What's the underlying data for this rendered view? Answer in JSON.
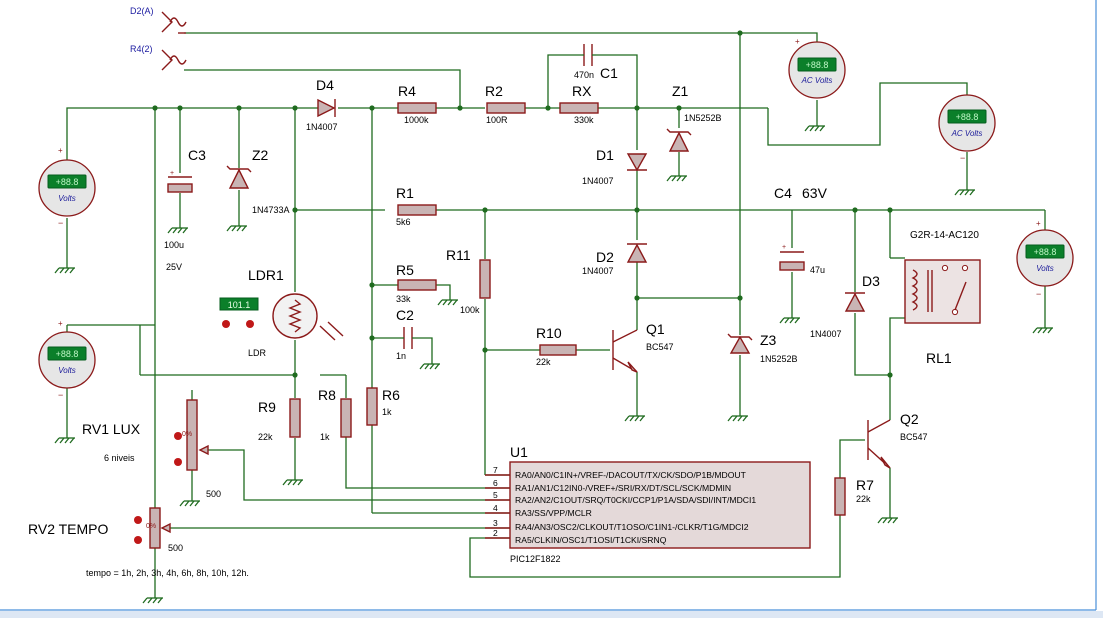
{
  "signals": {
    "d2": "D2(A)",
    "r4": "R4(2)"
  },
  "meters": {
    "ac_label": "AC Volts",
    "dc_label": "Volts",
    "display": "+88.8"
  },
  "c1": {
    "ref": "C1",
    "val": "470n"
  },
  "d4": {
    "ref": "D4",
    "val": "1N4007"
  },
  "r4": {
    "ref": "R4",
    "val": "1000k"
  },
  "r2": {
    "ref": "R2",
    "val": "100R"
  },
  "rx": {
    "ref": "RX",
    "val": "330k"
  },
  "z1": {
    "ref": "Z1",
    "val": "1N5252B"
  },
  "c3": {
    "ref": "C3",
    "val1": "100u",
    "val2": "25V"
  },
  "z2": {
    "ref": "Z2",
    "val": "1N4733A"
  },
  "d1": {
    "ref": "D1",
    "val": "1N4007"
  },
  "r1": {
    "ref": "R1",
    "val": "5k6"
  },
  "c4": {
    "ref": "C4",
    "volt": "63V",
    "val": "47u"
  },
  "d2": {
    "ref": "D2",
    "val": "1N4007"
  },
  "r11": {
    "ref": "R11",
    "val": "100k"
  },
  "r5": {
    "ref": "R5",
    "val": "33k"
  },
  "c2": {
    "ref": "C2",
    "val": "1n"
  },
  "ldr1": {
    "ref": "LDR1",
    "val": "LDR",
    "display": "101.1"
  },
  "r10": {
    "ref": "R10",
    "val": "22k"
  },
  "q1": {
    "ref": "Q1",
    "val": "BC547"
  },
  "z3": {
    "ref": "Z3",
    "val": "1N5252B"
  },
  "d3": {
    "ref": "D3",
    "val": "1N4007"
  },
  "relay": {
    "part": "G2R-14-AC120",
    "ref": "RL1"
  },
  "r9": {
    "ref": "R9",
    "val": "22k"
  },
  "r8": {
    "ref": "R8",
    "val": "1k"
  },
  "r6": {
    "ref": "R6",
    "val": "1k"
  },
  "rv1": {
    "ref": "RV1 LUX",
    "note": "6 niveis",
    "val": "500"
  },
  "rv2": {
    "ref": "RV2 TEMPO",
    "val": "500",
    "note": "tempo = 1h, 2h, 3h, 4h, 6h, 8h, 10h, 12h."
  },
  "q2": {
    "ref": "Q2",
    "val": "BC547"
  },
  "r7": {
    "ref": "R7",
    "val": "22k"
  },
  "u1": {
    "ref": "U1",
    "part": "PIC12F1822",
    "pins": [
      {
        "num": "7",
        "label": "RA0/AN0/C1IN+/VREF-/DACOUT/TX/CK/SDO/P1B/MDOUT"
      },
      {
        "num": "6",
        "label": "RA1/AN1/C12IN0-/VREF+/SRI/RX/DT/SCL/SCK/MDMIN"
      },
      {
        "num": "5",
        "label": "RA2/AN2/C1OUT/SRQ/T0CKI/CCP1/P1A/SDA/SDI/INT/MDCI1"
      },
      {
        "num": "4",
        "label": "RA3/SS/VPP/MCLR"
      },
      {
        "num": "3",
        "label": "RA4/AN3/OSC2/CLKOUT/T1OSO/C1IN1-/CLKR/T1G/MDCI2"
      },
      {
        "num": "2",
        "label": "RA5/CLKIN/OSC1/T1OSI/T1CKI/SRNQ"
      }
    ]
  }
}
